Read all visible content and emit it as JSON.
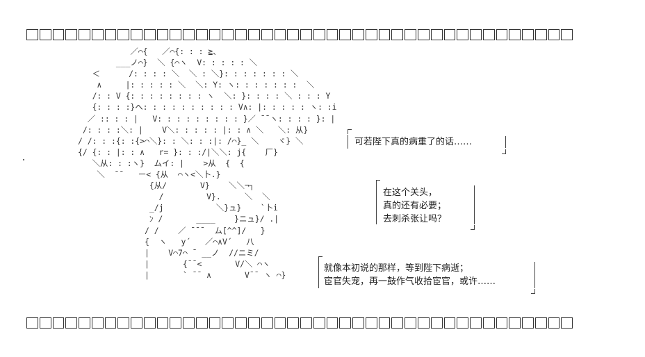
{
  "ascii_art": "           ／⌒{   ／⌒{: : : ≧、\n        ___ノ⌒}  ＼ {⌒ヽ  V: : : : : ＼\n   ＜      /: : : : ＼  ＼ : ＼}: : : : : : : ＼\n    ∧     |: : : : : ＼  ＼: Y: ヽ: : : : : : :  ＼\n   /: : V {: : : : : : : : ヽ  ＼: }: : : : ＼ : : : Y\n   {: : : :}ヘ: : : : : : : : : : V∧: |: : : : : ヽ: :i\n  ／ :: : : |   V: : : : : : : : : }／ ¯¯ヽ: : : : }: |\n /: : : :＼: |    V＼: : : : : |: : ∧ ＼   ＼: 从}\n/ /: : :{: :{>⌒＼}: : ＼: : :|: /⌒}_ ＼    ヾ} ＼\n{/ {: : |: : ∧   r= }: : :/|＼＼: j{    厂}\n   ＼从: : :ヽ}  ムイ: |    >从  {  {\n    ＼  ¯¯   ー< {从  ⌒ヽ<＼卜.}\n               {从/       V}    ＼＼¬┐\n                 /         V}.     ＼  ＼\n               _/j           ＼}ュ}    `卜i\n               ﾝ /       ____    }ニュ}/ .|\n              / /    ／ ¯¯¯  ム[^^]/   }\n              {  ヽ   y´   ／⌒∧V´   八\n              |    V⌒7⌒ ¯ __ノ  //ニミ/\n              |       {¯¯<       V/＼ ⌒ヽ\n              |       ` ¯¯ ∧       V¯¯ ヽ ⌒}",
  "bubbles": [
    {
      "lines": [
        "可若陛下真的病重了的话……"
      ]
    },
    {
      "lines": [
        "在这个关头，",
        "真的还有必要；",
        "去刺杀张让吗？"
      ]
    },
    {
      "lines": [
        "就像本初说的那样，等到陛下病逝；",
        "宦官失宠，再一鼓作气收拾宦官，或许……"
      ]
    }
  ],
  "border": {
    "cell_count": 42
  }
}
